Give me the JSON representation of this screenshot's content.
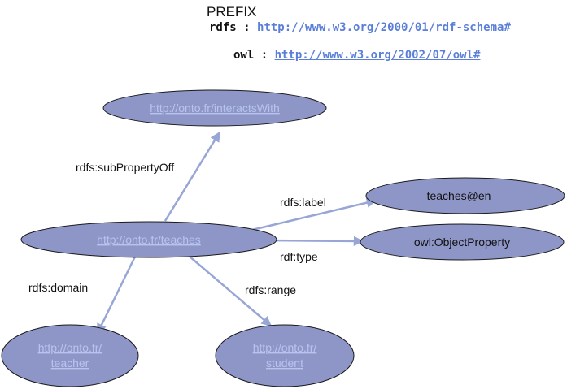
{
  "prefix": {
    "title": "PREFIX",
    "rdfs": {
      "key": "rdfs : ",
      "uri": "http://www.w3.org/2000/01/rdf-schema#"
    },
    "owl": {
      "key": "owl : ",
      "uri": "http://www.w3.org/2002/07/owl#"
    }
  },
  "nodes": {
    "interacts_with": {
      "lines": [
        "http://onto.fr/interactsWith"
      ],
      "is_link": true
    },
    "teaches": {
      "lines": [
        "http://onto.fr/teaches"
      ],
      "is_link": true
    },
    "teaches_en": {
      "lines": [
        "teaches@en"
      ],
      "is_link": false
    },
    "object_property": {
      "lines": [
        "owl:ObjectProperty"
      ],
      "is_link": false
    },
    "teacher": {
      "lines": [
        "http://onto.fr/",
        "teacher"
      ],
      "is_link": true
    },
    "student": {
      "lines": [
        "http://onto.fr/",
        "student"
      ],
      "is_link": true
    }
  },
  "edges": {
    "sub_property": "rdfs:subPropertyOff",
    "label": "rdfs:label",
    "type": "rdf:type",
    "domain": "rdfs:domain",
    "range": "rdfs:range"
  },
  "colors": {
    "node_fill": "#8e96c8",
    "edge": "#98a6d6",
    "link_text": "#b8c4ee",
    "prefix_link": "#5b7fd8"
  }
}
